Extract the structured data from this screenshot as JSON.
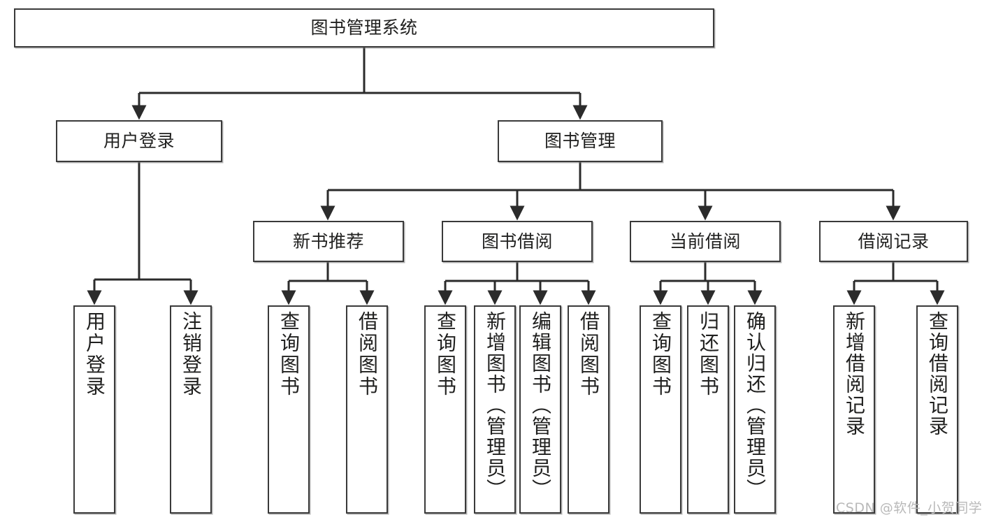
{
  "diagram": {
    "title": "图书管理系统",
    "type": "tree-hierarchy-chart",
    "watermark": "CSDN @软件_小贺同学",
    "colors": {
      "box_border": "#3a3a3a",
      "box_fill": "#ffffff",
      "edge": "#2b2b2b",
      "text": "#20201f",
      "watermark": "#b9b9b9"
    },
    "root": {
      "label": "图书管理系统"
    },
    "level2": [
      {
        "label": "用户登录"
      },
      {
        "label": "图书管理"
      }
    ],
    "level3": [
      {
        "label": "新书推荐"
      },
      {
        "label": "图书借阅"
      },
      {
        "label": "当前借阅"
      },
      {
        "label": "借阅记录"
      }
    ],
    "leaves_user_login": [
      {
        "label": "用户登录"
      },
      {
        "label": "注销登录"
      }
    ],
    "leaves_new_books": [
      {
        "label": "查询图书"
      },
      {
        "label": "借阅图书"
      }
    ],
    "leaves_borrow": [
      {
        "label": "查询图书"
      },
      {
        "label": "新增图书（管理员）"
      },
      {
        "label": "编辑图书（管理员）"
      },
      {
        "label": "借阅图书"
      }
    ],
    "leaves_current": [
      {
        "label": "查询图书"
      },
      {
        "label": "归还图书"
      },
      {
        "label": "确认归还（管理员）"
      }
    ],
    "leaves_records": [
      {
        "label": "新增借阅记录"
      },
      {
        "label": "查询借阅记录"
      }
    ]
  }
}
